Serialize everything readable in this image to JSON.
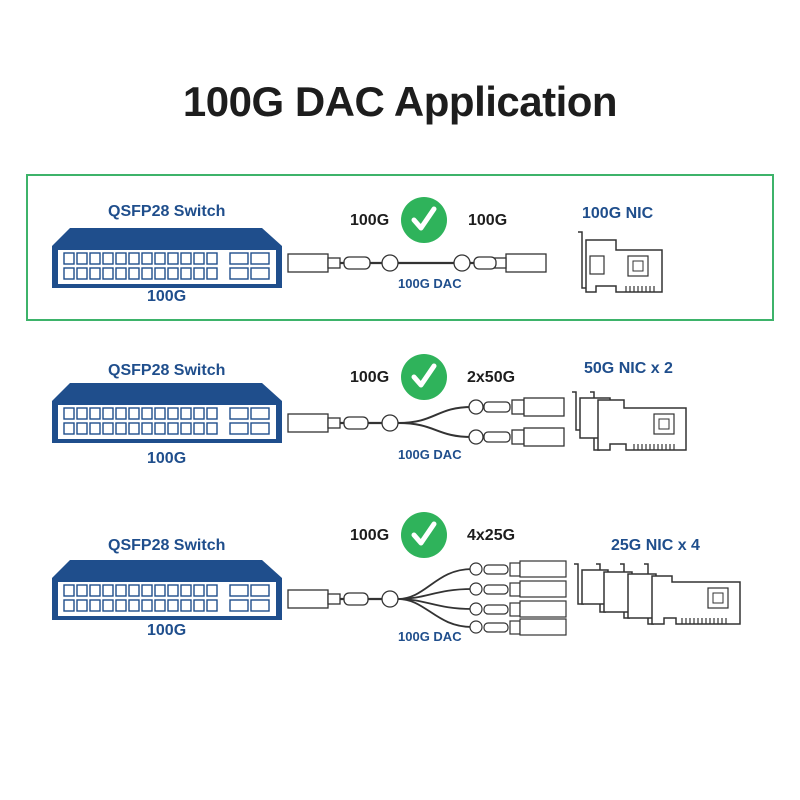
{
  "title": "100G DAC Application",
  "rows": [
    {
      "switch_label": "QSFP28 Switch",
      "switch_speed": "100G",
      "left_rate": "100G",
      "right_rate": "100G",
      "cable_label": "100G DAC",
      "nic_label": "100G NIC",
      "highlighted": true
    },
    {
      "switch_label": "QSFP28 Switch",
      "switch_speed": "100G",
      "left_rate": "100G",
      "right_rate": "2x50G",
      "cable_label": "100G DAC",
      "nic_label": "50G NIC x 2",
      "highlighted": false
    },
    {
      "switch_label": "QSFP28 Switch",
      "switch_speed": "100G",
      "left_rate": "100G",
      "right_rate": "4x25G",
      "cable_label": "100G DAC",
      "nic_label": "25G NIC x 4",
      "highlighted": false
    }
  ],
  "colors": {
    "switch_blue": "#1f4e8c",
    "label_blue": "#1f4e8c",
    "check_green": "#2fb35b",
    "frame_green": "#3db36a"
  },
  "icons": [
    "switch-icon",
    "checkmark-icon",
    "dac-cable-icon",
    "nic-card-icon"
  ]
}
